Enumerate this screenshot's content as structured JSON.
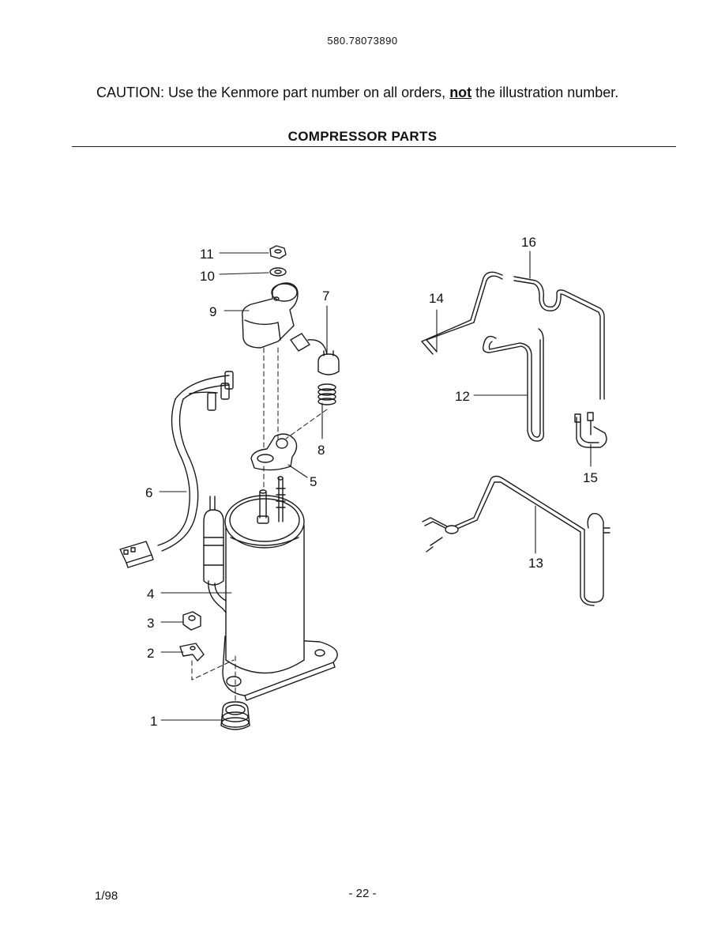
{
  "header": {
    "model_number": "580.78073890",
    "caution_prefix": "CAUTION: Use the Kenmore part number on all orders, ",
    "caution_emphasis": "not",
    "caution_suffix": " the illustration number.",
    "section_title": "COMPRESSOR PARTS"
  },
  "diagram": {
    "callouts": {
      "c1": "1",
      "c2": "2",
      "c3": "3",
      "c4": "4",
      "c5": "5",
      "c6": "6",
      "c7": "7",
      "c8": "8",
      "c9": "9",
      "c10": "10",
      "c11": "11",
      "c12": "12",
      "c13": "13",
      "c14": "14",
      "c15": "15",
      "c16": "16"
    }
  },
  "footer": {
    "date": "1/98",
    "page": "- 22 -"
  }
}
